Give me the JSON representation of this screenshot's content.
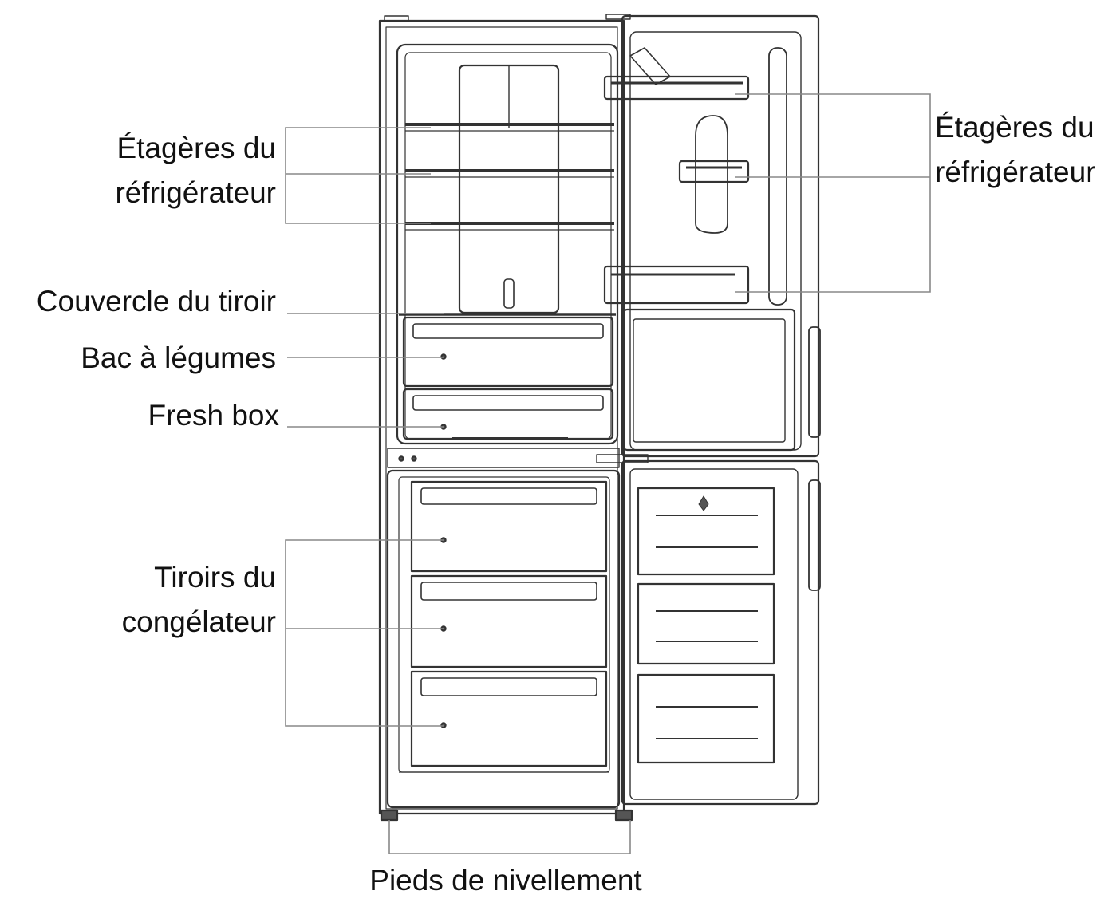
{
  "labels": {
    "fridge_shelves_left": {
      "line1": "Étagères du",
      "line2": "réfrigérateur"
    },
    "fridge_shelves_right": {
      "line1": "Étagères du",
      "line2": "réfrigérateur"
    },
    "drawer_cover": "Couvercle du tiroir",
    "vegetable_bin": "Bac à légumes",
    "fresh_box": "Fresh box",
    "freezer_drawers": {
      "line1": "Tiroirs du",
      "line2": "congélateur"
    },
    "leveling_feet": "Pieds de nivellement"
  },
  "colors": {
    "line": "#333333",
    "leader": "#888888",
    "text": "#111111"
  }
}
